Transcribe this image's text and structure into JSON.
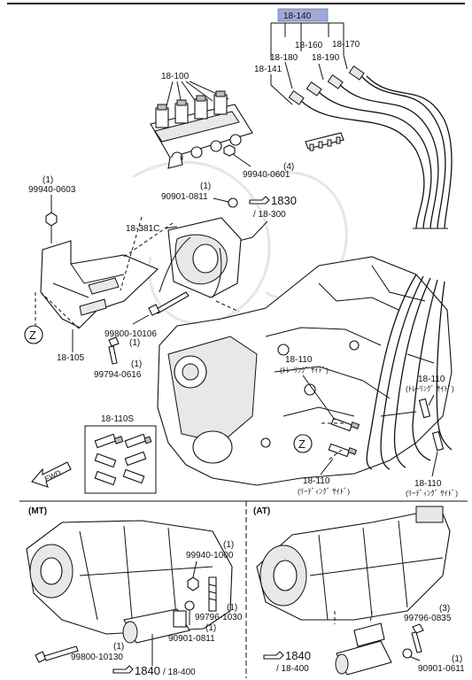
{
  "highlight_color": "#9fa8d8",
  "parts": {
    "p18_140": "18-140",
    "p18_160": "18-160",
    "p18_170": "18-170",
    "p18_180": "18-180",
    "p18_190": "18-190",
    "p18_141": "18-141",
    "p18_100": "18-100",
    "p99940_0601": "99940-0601",
    "p99940_0601_qty": "(4)",
    "p99940_0603": "99940-0603",
    "p99940_0603_qty": "(1)",
    "p90901_0811": "90901-0811",
    "p90901_0811_qty": "(1)",
    "ref1830": "1830",
    "ref1830_b": "/ 18-300",
    "p18_381C": "18-381C",
    "p99800_10106": "99800-10106",
    "p99800_10106_qty": "(1)",
    "p18_105": "18-105",
    "p99794_0616": "99794-0616",
    "p99794_0616_qty": "(1)",
    "p18_110_trail": "18-110",
    "trailing_side": "(ﾄﾚｰﾘﾝｸﾞ ｻｲﾄﾞ)",
    "p18_110_trail_r": "18-110",
    "trailing_side_r": "(ﾄﾚｰﾘﾝｸﾞ ｻｲﾄﾞ)",
    "p18_110S": "18-110S",
    "p18_110_lead": "18-110",
    "leading_side": "(ﾘｰﾃﾞｨﾝｸﾞ ｻｲﾄﾞ)",
    "p18_110_lead_r": "18-110",
    "leading_side_r": "(ﾘｰﾃﾞｨﾝｸﾞ ｻｲﾄﾞ)",
    "fwd": "FWD",
    "z_marker": "Z",
    "z_marker_2": "Z"
  },
  "mt": {
    "section": "(MT)",
    "p99940_1000": "99940-1000",
    "p99940_1000_qty": "(1)",
    "p99796_1030": "99796-1030",
    "p99796_1030_qty": "(1)",
    "p90901_0811": "90901-0811",
    "p90901_0811_qty": "(1)",
    "p99800_10130": "99800-10130",
    "p99800_10130_qty": "(1)",
    "ref1840": "1840",
    "ref1840_b": "/ 18-400"
  },
  "at": {
    "section": "(AT)",
    "ref1840": "1840",
    "ref1840_b": "/ 18-400",
    "p99796_0835": "99796-0835",
    "p99796_0835_qty": "(3)",
    "p90901_0611": "90901-0611",
    "p90901_0611_qty": "(1)"
  },
  "icons": [
    "ref-hand-icon",
    "fwd-arrow-icon",
    "z-circle-icon"
  ]
}
